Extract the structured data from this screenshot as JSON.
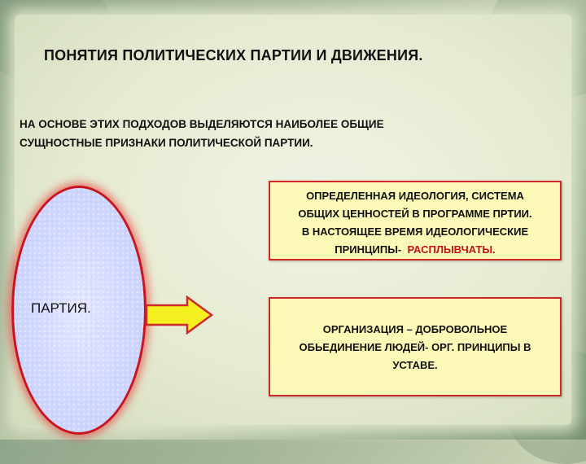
{
  "title": "ПОНЯТИЯ ПОЛИТИЧЕСКИХ ПАРТИИ И  ДВИЖЕНИЯ.",
  "subtitle": {
    "line1": "НА ОСНОВЕ  ЭТИХ ПОДХОДОВ ВЫДЕЛЯЮТСЯ  НАИБОЛЕЕ  ОБЩИЕ",
    "line2": "СУЩНОСТНЫЕ  ПРИЗНАКИ  ПОЛИТИЧЕСКОЙ ПАРТИИ."
  },
  "oval_label": "ПАРТИЯ.",
  "box1": {
    "line1": "ОПРЕДЕЛЕННАЯ ИДЕОЛОГИЯ, СИСТЕМА",
    "line2": "ОБЩИХ ЦЕННОСТЕЙ В ПРОГРАММЕ ПРТИИ.",
    "line3": "В НАСТОЯЩЕЕ  ВРЕМЯ ИДЕОЛОГИЧЕСКИЕ",
    "line4_prefix": "ПРИНЦИПЫ-",
    "line4_highlight": "РАСПЛЫВЧАТЫ."
  },
  "box2": {
    "line1": "ОРГАНИЗАЦИЯ – ДОБРОВОЛЬНОЕ",
    "line2": "ОБЬЕДИНЕНИЕ ЛЮДЕЙ- ОРГ. ПРИНЦИПЫ В",
    "line3": "УСТАВЕ."
  },
  "colors": {
    "accent_red": "#c0141c",
    "box_fill": "#fdf9b7",
    "oval_fill": "#cfd6ff",
    "arrow_fill": "#f4f020"
  },
  "icons": [
    "right-arrow-icon"
  ]
}
